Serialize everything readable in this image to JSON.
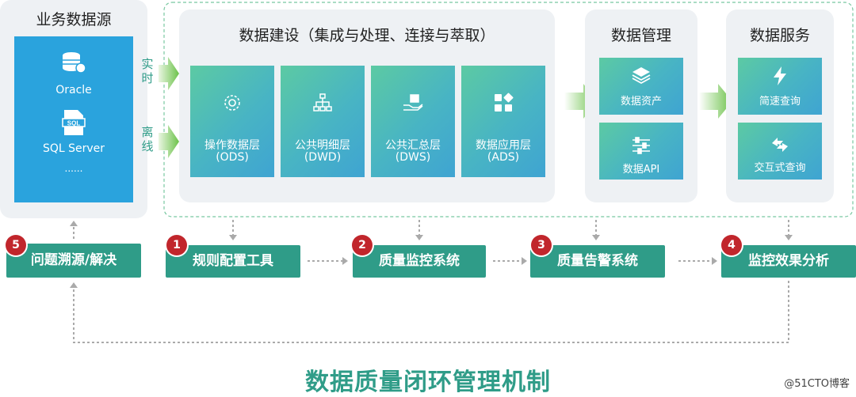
{
  "source": {
    "title": "业务数据源",
    "items": [
      "Oracle",
      "SQL Server",
      "......"
    ]
  },
  "flow_labels": {
    "realtime": "实时",
    "offline": "离线"
  },
  "build": {
    "title": "数据建设（集成与处理、连接与萃取）",
    "layers": [
      {
        "name": "操作数据层",
        "code": "(ODS)",
        "icon": "gear-icon"
      },
      {
        "name": "公共明细层",
        "code": "(DWD)",
        "icon": "hierarchy-icon"
      },
      {
        "name": "公共汇总层",
        "code": "(DWS)",
        "icon": "hand-box-icon"
      },
      {
        "name": "数据应用层",
        "code": "(ADS)",
        "icon": "apps-icon"
      }
    ]
  },
  "manage": {
    "title": "数据管理",
    "items": [
      {
        "label": "数据资产",
        "icon": "layers-icon"
      },
      {
        "label": "数据API",
        "icon": "sliders-icon"
      }
    ]
  },
  "service": {
    "title": "数据服务",
    "items": [
      {
        "label": "简速查询",
        "icon": "lightning-icon"
      },
      {
        "label": "交互式查询",
        "icon": "sync-icon"
      }
    ]
  },
  "steps": [
    {
      "num": "1",
      "label": "规则配置工具"
    },
    {
      "num": "2",
      "label": "质量监控系统"
    },
    {
      "num": "3",
      "label": "质量告警系统"
    },
    {
      "num": "4",
      "label": "监控效果分析"
    },
    {
      "num": "5",
      "label": "问题溯源/解决"
    }
  ],
  "footer": "数据质量闭环管理机制",
  "watermark": "@51CTO博客",
  "colors": {
    "teal": "#2f9c88",
    "blue": "#2aa3dd",
    "badge": "#c1262c",
    "arrow": "#6cc24a"
  }
}
